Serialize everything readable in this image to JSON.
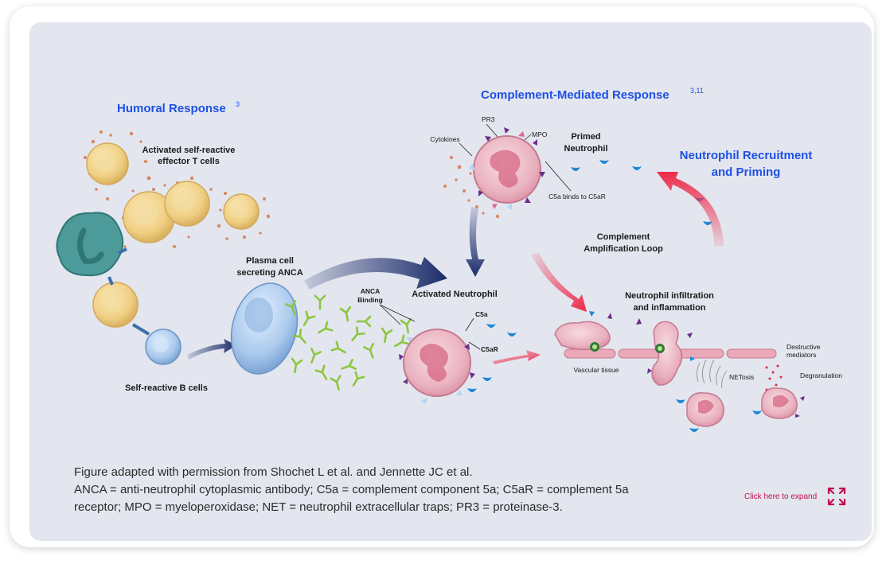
{
  "titles": {
    "humoral": "Humoral Response",
    "humoral_ref": "3",
    "complement": "Complement-Mediated Response",
    "complement_ref": "3,11",
    "recruit_line1": "Neutrophil Recruitment",
    "recruit_line2": "and Priming"
  },
  "labels": {
    "t_cells_1": "Activated self-reactive",
    "t_cells_2": "effector T cells",
    "b_cells": "Self-reactive B cells",
    "plasma_1": "Plasma cell",
    "plasma_2": "secreting ANCA",
    "activated_neutrophil": "Activated Neutrophil",
    "anca_binding_1": "ANCA",
    "anca_binding_2": "Binding",
    "c5a": "C5a",
    "c5ar": "C5aR",
    "cytokines": "Cytokines",
    "pr3": "PR3",
    "mpo": "MPO",
    "primed_1": "Primed",
    "primed_2": "Neutrophil",
    "c5a_binds": "C5a binds to C5aR",
    "amp_1": "Complement",
    "amp_2": "Amplification Loop",
    "infil_1": "Neutrophil infiltration",
    "infil_2": "and inflammation",
    "vascular": "Vascular tissue",
    "netosis": "NETosis",
    "destructive_1": "Destructive",
    "destructive_2": "mediators",
    "degranulation": "Degranulation"
  },
  "caption": {
    "line1": "Figure adapted with permission from Shochet L et al. and Jennette JC et al.",
    "line2": "ANCA = anti-neutrophil cytoplasmic antibody; C5a = complement component 5a; C5aR = complement 5a",
    "line3": "receptor; MPO = myeloperoxidase; NET = neutrophil extracellular traps; PR3 = proteinase-3."
  },
  "expand": {
    "label": "Click here to expand",
    "icon": "expand-arrows-icon"
  },
  "colors": {
    "title_blue": "#1e50e6",
    "expand_red": "#c0104c",
    "panel_bg": "#e3e6ee"
  }
}
